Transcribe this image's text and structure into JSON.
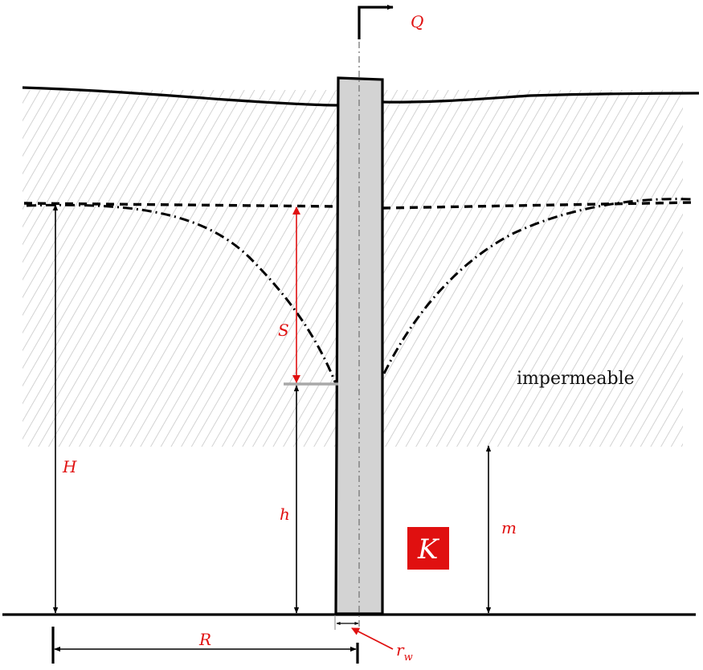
{
  "labels": {
    "discharge": "Q",
    "drawdown": "S",
    "initial_head": "H",
    "well_head": "h",
    "aquifer_thickness": "m",
    "conductivity": "K",
    "radius_influence": "R",
    "well_radius": "r",
    "well_radius_sub": "w",
    "layer_name": "impermeable"
  },
  "colors": {
    "accent": "#e01010",
    "hatch": "#c8c8c8",
    "well_fill": "#d3d3d3",
    "ink": "#000000"
  }
}
